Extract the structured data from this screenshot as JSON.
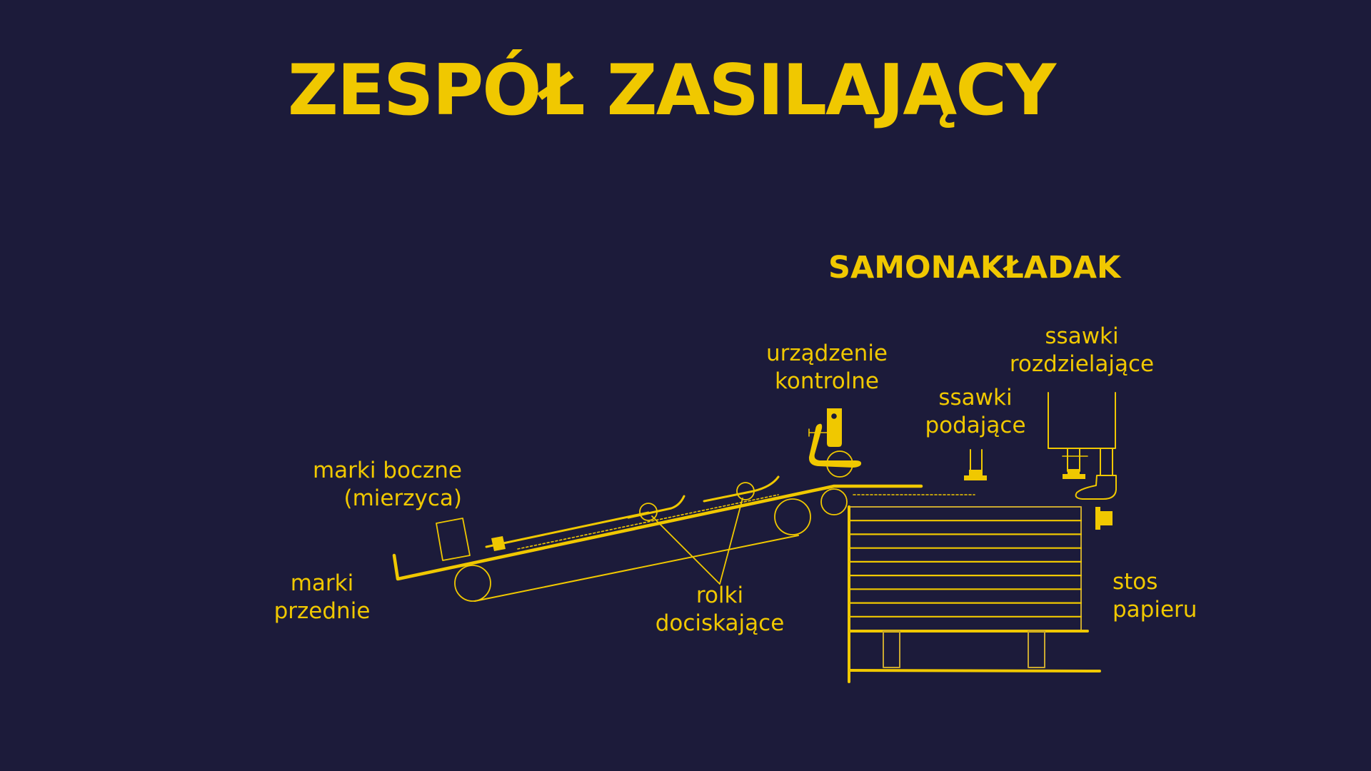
{
  "slide": {
    "title": "ZESPÓŁ ZASILAJĄCY",
    "subtitle": "SAMONAKŁADAK",
    "colors": {
      "background": "#1c1b3a",
      "accent": "#f0c800",
      "line_dim": "#c9a830"
    }
  },
  "labels": {
    "control_device": {
      "line1": "urządzenie",
      "line2": "kontrolne"
    },
    "feeding_suckers": {
      "line1": "ssawki",
      "line2": "podające"
    },
    "separating_suckers": {
      "line1": "ssawki",
      "line2": "rozdzielające"
    },
    "side_marks": {
      "line1": "marki boczne",
      "line2": "(mierzyca)"
    },
    "front_marks": {
      "line1": "marki",
      "line2": "przednie"
    },
    "pressure_rollers": {
      "line1": "rolki",
      "line2": "dociskające"
    },
    "paper_stack": {
      "line1": "stos",
      "line2": "papieru"
    }
  },
  "diagram": {
    "stack_sheet_count": 10,
    "components": [
      "front-marks-stop",
      "side-mark-box",
      "side-mark-slider",
      "feed-table-conveyor",
      "conveyor-rollers",
      "pressure-rollers",
      "control-device",
      "feeding-sucker",
      "separating-sucker",
      "paper-stack",
      "pallet"
    ]
  }
}
